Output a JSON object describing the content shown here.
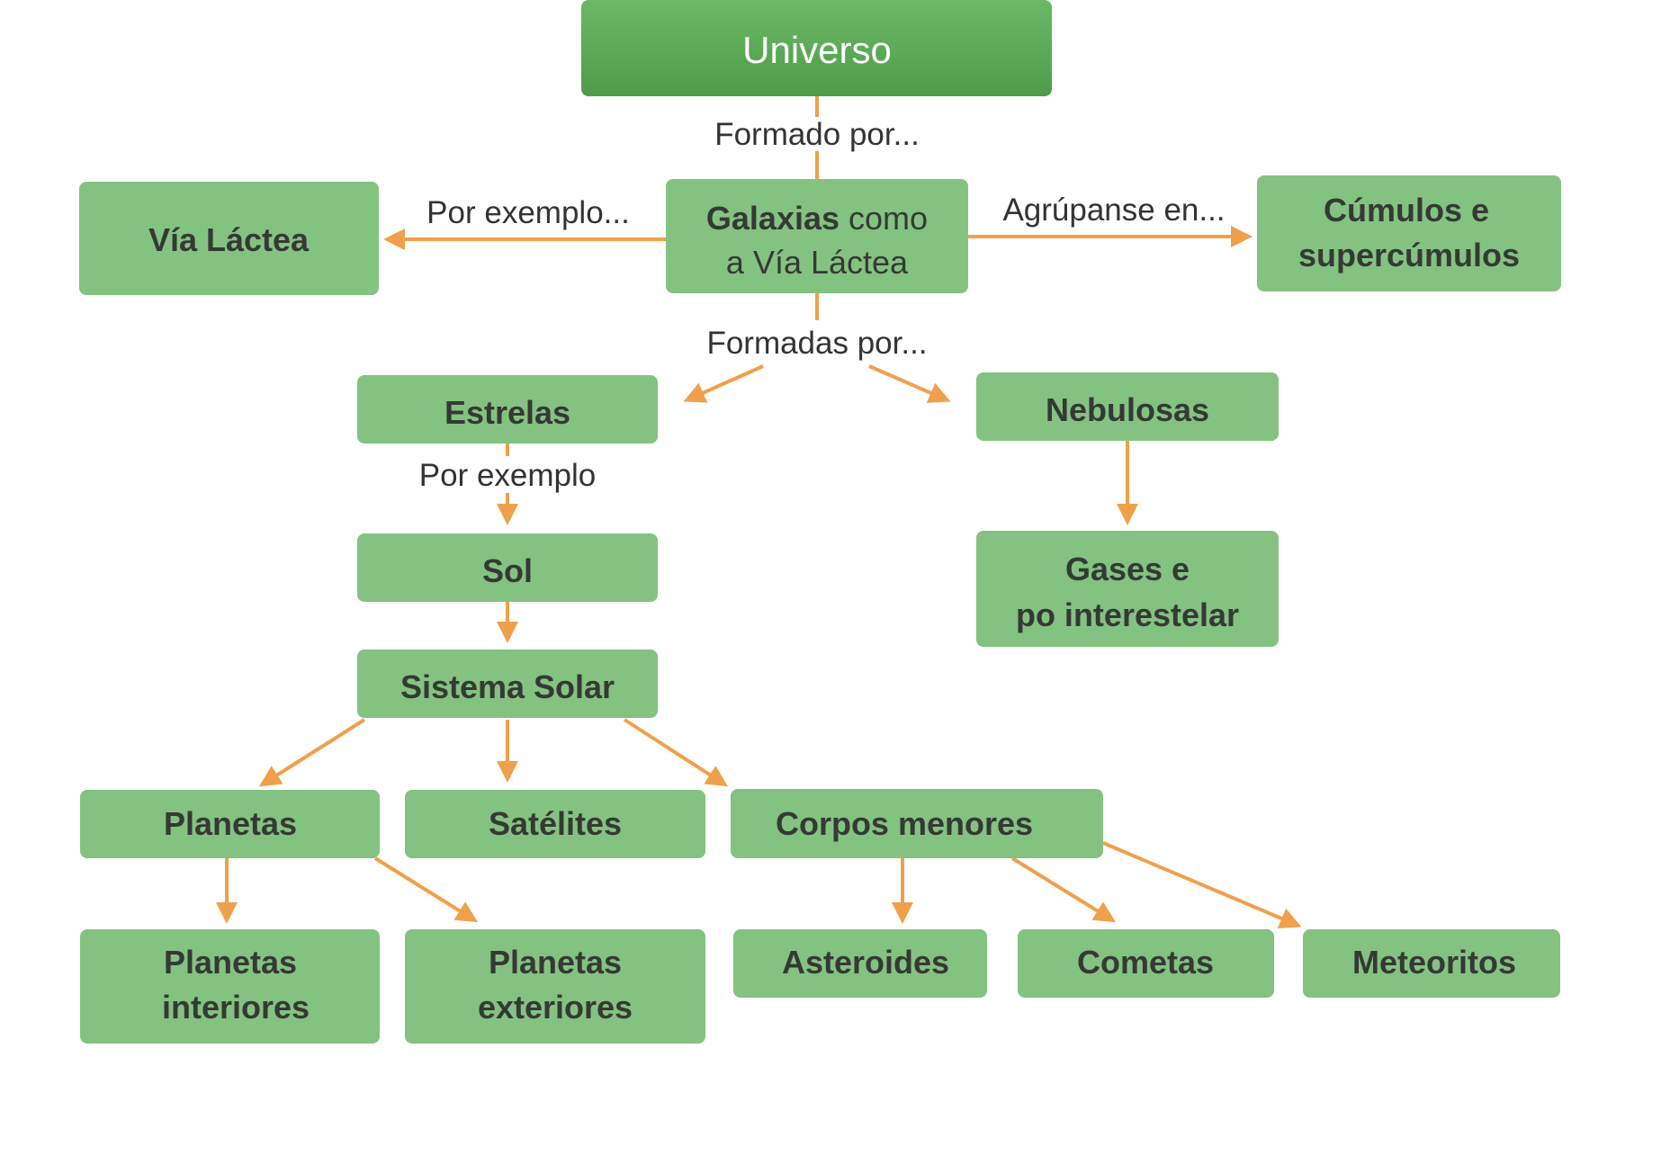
{
  "colors": {
    "box": "#84c281",
    "root": "#5aa955",
    "arrow": "#f0a04b",
    "text": "#343a33"
  },
  "nodes": {
    "universo": "Universo",
    "via_lactea": "Vía Láctea",
    "galaxias": {
      "bold": "Galaxias",
      "rest": " como",
      "line2": "a Vía Láctea"
    },
    "cumulos": {
      "line1": "Cúmulos e",
      "line2": "supercúmulos"
    },
    "estrelas": "Estrelas",
    "nebulosas": "Nebulosas",
    "sol": "Sol",
    "gases": {
      "line1": "Gases e",
      "line2": "po interestelar"
    },
    "sistema_solar": "Sistema Solar",
    "planetas": "Planetas",
    "satelites": "Satélites",
    "corpos_menores": "Corpos menores",
    "planetas_interiores": {
      "line1": "Planetas",
      "line2": "interiores"
    },
    "planetas_exteriores": {
      "line1": "Planetas",
      "line2": "exteriores"
    },
    "asteroides": "Asteroides",
    "cometas": "Cometas",
    "meteoritos": "Meteoritos"
  },
  "links": {
    "formado_por": "Formado por...",
    "por_exemplo_1": "Por exemplo...",
    "agrupanse": "Agrúpanse en...",
    "formadas_por": "Formadas por...",
    "por_exemplo_2": "Por exemplo"
  }
}
